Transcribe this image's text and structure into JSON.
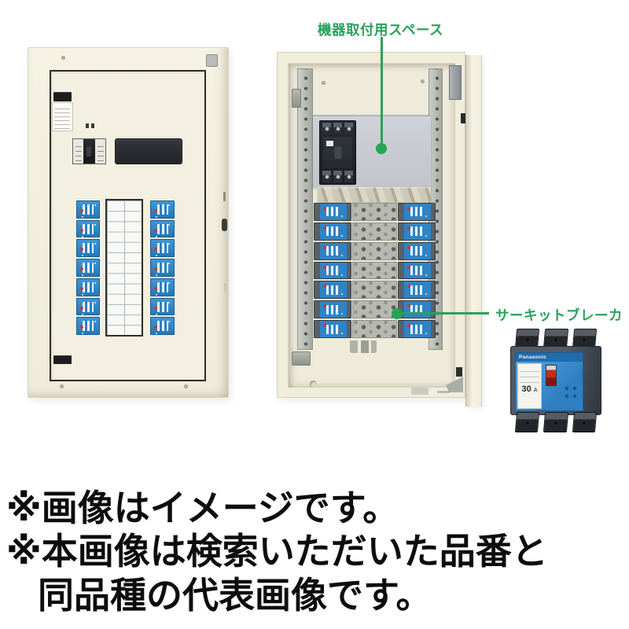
{
  "annotations": {
    "equipment_space": {
      "label": "機器取付用スペース",
      "color": "#2aa15b"
    },
    "circuit_breaker": {
      "label": "サーキットブレーカ",
      "color": "#2aa15b"
    }
  },
  "closed_panel": {
    "breaker_rows": 7,
    "breaker_columns": 2,
    "schedule_card_rows": 13,
    "schedule_card_cols": 2
  },
  "open_panel": {
    "breaker_rows": 7
  },
  "breaker_product": {
    "brand": "Panasonic",
    "rating": "30",
    "rating_unit": "A",
    "face_color": "#3a8fd4",
    "body_color": "#434b55"
  },
  "disclaimer": {
    "line1": "※画像はイメージです。",
    "line2": "※本画像は検索いただいた品番と",
    "line3": "同品種の代表画像です。"
  },
  "palette": {
    "cabinet_cream": "#f1eedd",
    "breaker_blue": "#2e84c6",
    "annotation_green": "#2aa15b",
    "text_black": "#0d0d0d"
  }
}
